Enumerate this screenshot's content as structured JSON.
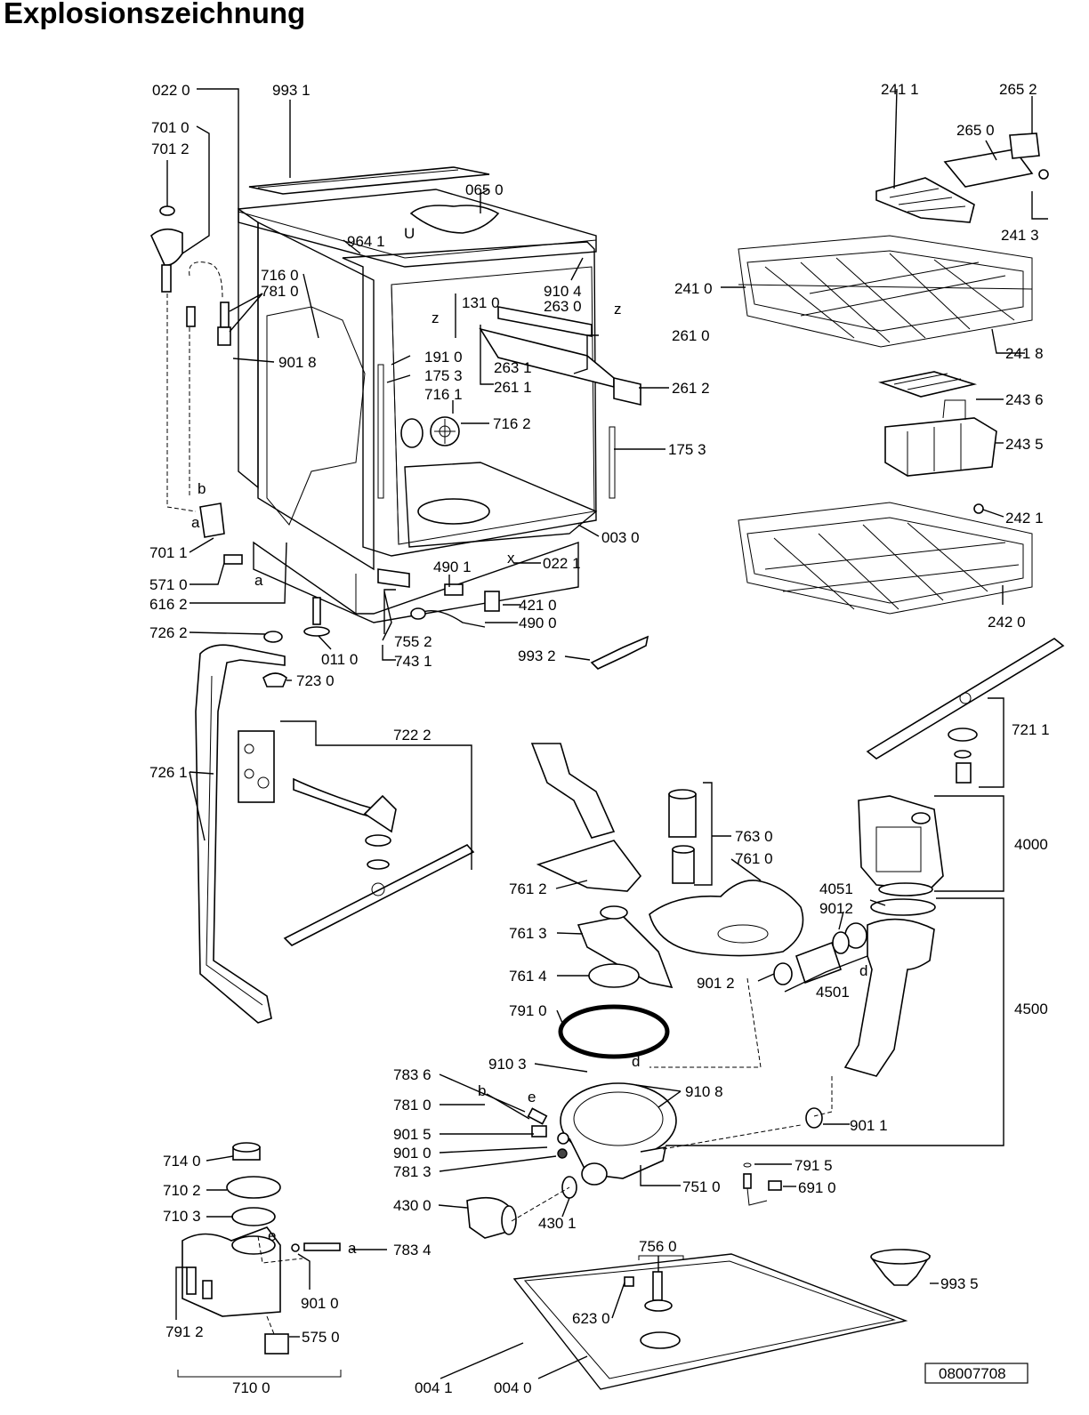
{
  "title": "Explosionszeichnung",
  "doc_number": "08007708",
  "labels": {
    "l0220": "022 0",
    "l9931": "993 1",
    "l7010": "701 0",
    "l7012": "701 2",
    "l0650": "065 0",
    "l9641": "964 1",
    "l7160": "716 0",
    "l7810": "781 0",
    "l1310": "131 0",
    "l9104": "910 4",
    "l2630": "263 0",
    "l9018": "901 8",
    "l2610": "261 0",
    "l1910": "191 0",
    "l1753a": "175 3",
    "l2631": "263 1",
    "l2611": "261 1",
    "l2612": "261 2",
    "l7161": "716 1",
    "l7162": "716 2",
    "l1753b": "175 3",
    "l0030": "003 0",
    "l7011": "701 1",
    "l4901": "490 1",
    "l0221": "022 1",
    "l5710": "571 0",
    "l4210": "421 0",
    "l6162": "616 2",
    "l4900": "490 0",
    "l7262": "726 2",
    "l0110": "011 0",
    "l7552": "755 2",
    "l7431": "743 1",
    "l9932": "993 2",
    "l7230": "723 0",
    "l7222": "722 2",
    "l7261": "726 1",
    "l2411": "241 1",
    "l2652": "265 2",
    "l2650": "265 0",
    "l2413": "241 3",
    "l2410": "241 0",
    "l2418": "241 8",
    "l2436": "243 6",
    "l2435": "243 5",
    "l2421": "242 1",
    "l2420": "242 0",
    "l7211": "721 1",
    "l7630": "763 0",
    "l7610": "761 0",
    "l4000": "4000",
    "l7612": "761 2",
    "l4051": "4051",
    "l9012a": "9012",
    "l7613": "761 3",
    "l7614": "761 4",
    "l9012b": "901 2",
    "l4501": "4501",
    "l4500": "4500",
    "l7910": "791 0",
    "l7836": "783 6",
    "l9103": "910 3",
    "l9108": "910 8",
    "l7810b": "781 0",
    "l9015": "901 5",
    "l9010": "901 0",
    "l7813": "781 3",
    "l9011": "901 1",
    "l7915": "791 5",
    "l7510": "751 0",
    "l6910": "691 0",
    "l4300": "430 0",
    "l4301": "430 1",
    "l7140": "714 0",
    "l7102": "710 2",
    "l7103": "710 3",
    "l7834": "783 4",
    "l9010b": "901 0",
    "l7912": "791 2",
    "l5750": "575 0",
    "l7100": "710 0",
    "l7560": "756 0",
    "l6230": "623 0",
    "l9935": "993 5",
    "l0041": "004 1",
    "l0040": "004 0"
  },
  "markers": {
    "z1": "z",
    "z2": "z",
    "x": "x",
    "a1": "a",
    "a2": "a",
    "a3": "a",
    "b1": "b",
    "b2": "b",
    "d1": "d",
    "d2": "d",
    "e1": "e",
    "e2": "e",
    "u": "U"
  }
}
